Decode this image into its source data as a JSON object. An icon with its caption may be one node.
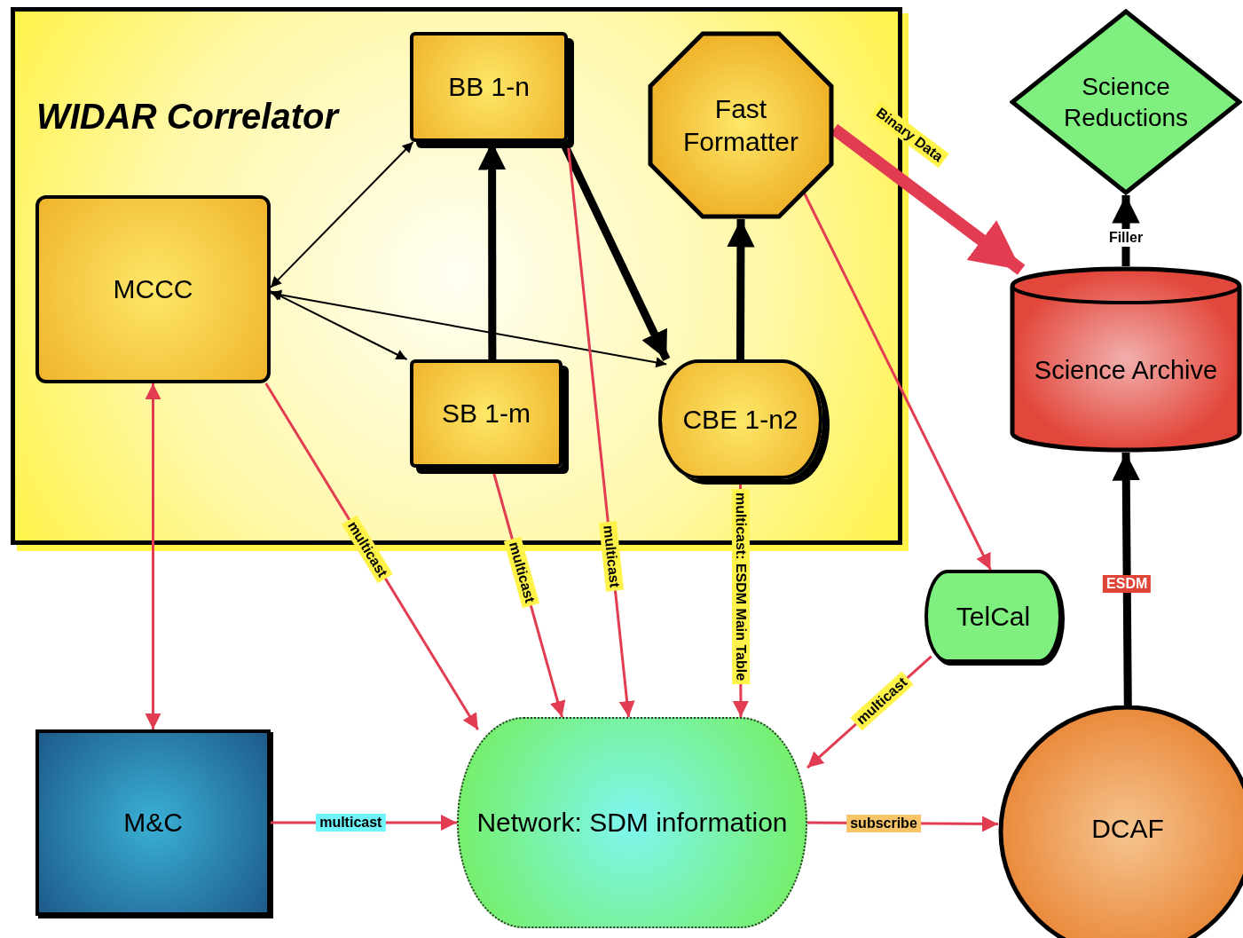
{
  "diagram": {
    "nodes": [
      {
        "text": [
          "WIDAR Correlator"
        ]
      },
      {
        "text": [
          "BB 1-n"
        ],
        "in": 0
      },
      {
        "text": [
          "Fast Formatter"
        ],
        "in": 0
      },
      {
        "text": [
          "MCCC"
        ],
        "in": 0
      },
      {
        "text": [
          "SB 1-m"
        ],
        "in": 0
      },
      {
        "text": [
          "CBE 1-n2"
        ],
        "in": 0
      },
      {
        "text": [
          "Science Reductions"
        ]
      },
      {
        "text": [
          "Science Archive"
        ]
      },
      {
        "text": [
          "TelCal"
        ]
      },
      {
        "text": [
          "M&C"
        ]
      },
      {
        "text": [
          "Network: SDM information"
        ]
      },
      {
        "text": [
          "DCAF"
        ]
      }
    ],
    "edges": [
      {
        "from": 3,
        "to": 1,
        "arrow": "both",
        "color": "#000000"
      },
      {
        "from": 3,
        "to": 4,
        "arrow": "both",
        "color": "#000000"
      },
      {
        "from": 3,
        "to": 5,
        "arrow": "both",
        "color": "#000000"
      },
      {
        "from": 4,
        "to": 1,
        "arrow": "to",
        "style": "thick",
        "color": "#000000"
      },
      {
        "from": 1,
        "to": 5,
        "arrow": "to",
        "style": "thick",
        "color": "#000000"
      },
      {
        "from": 5,
        "to": 2,
        "arrow": "to",
        "style": "thick",
        "color": "#000000"
      },
      {
        "from": 2,
        "to": 7,
        "arrow": "to",
        "label": "Binary Data",
        "style": "thick"
      },
      {
        "from": 2,
        "to": 8,
        "arrow": "to"
      },
      {
        "from": 7,
        "to": 6,
        "arrow": "to",
        "label": "Filler",
        "style": "thick",
        "color": "#000000"
      },
      {
        "from": 11,
        "to": 7,
        "arrow": "to",
        "label": "ESDM",
        "style": "thick",
        "color": "#000000"
      },
      {
        "from": 3,
        "to": 9,
        "arrow": "both"
      },
      {
        "from": 3,
        "to": 10,
        "arrow": "to",
        "label": "multicast"
      },
      {
        "from": 4,
        "to": 10,
        "arrow": "to",
        "label": "multicast"
      },
      {
        "from": 1,
        "to": 10,
        "arrow": "to",
        "label": "multicast"
      },
      {
        "from": 5,
        "to": 10,
        "arrow": "to",
        "label": "multicast: ESDM Main Table"
      },
      {
        "from": 8,
        "to": 10,
        "arrow": "to",
        "label": "multicast"
      },
      {
        "from": 9,
        "to": 10,
        "arrow": "to",
        "label": "multicast"
      },
      {
        "from": 10,
        "to": 11,
        "arrow": "to",
        "label": "subscribe"
      }
    ]
  }
}
